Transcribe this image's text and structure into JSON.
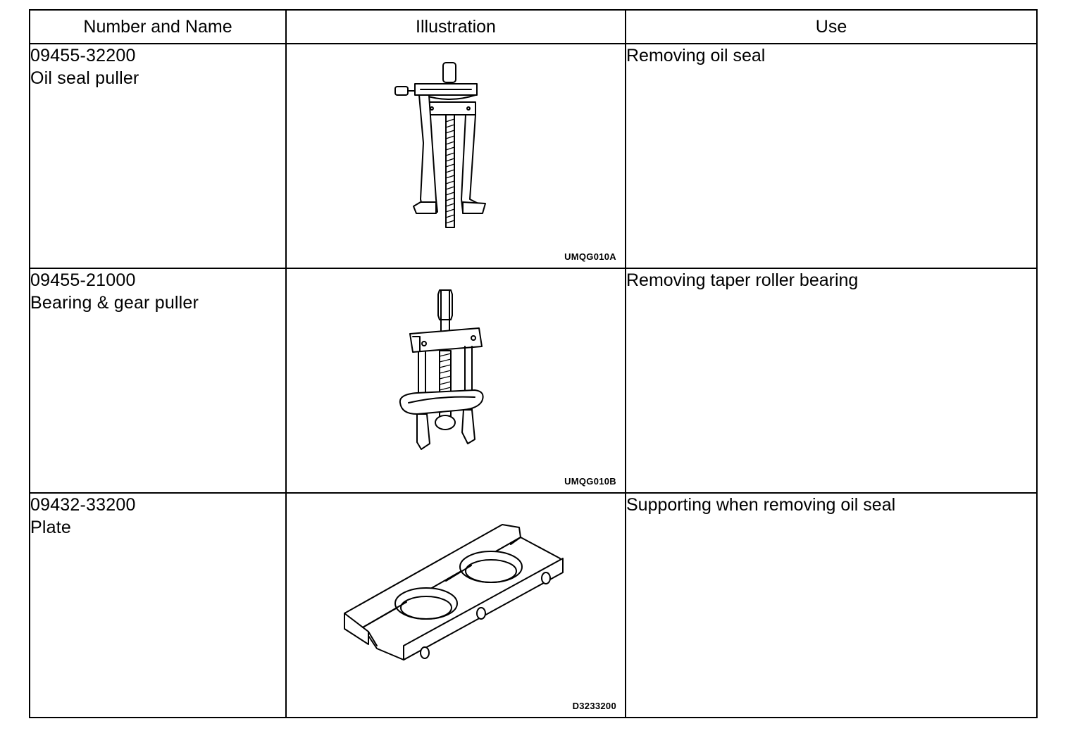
{
  "headers": {
    "number_name": "Number and Name",
    "illustration": "Illustration",
    "use": "Use"
  },
  "tools": [
    {
      "number": "09455-32200",
      "name": "Oil seal puller",
      "illustration_code": "UMQG010A",
      "illustration_icon": "oil-seal-puller-icon",
      "use": "Removing oil seal"
    },
    {
      "number": "09455-21000",
      "name": "Bearing & gear puller",
      "illustration_code": "UMQG010B",
      "illustration_icon": "bearing-gear-puller-icon",
      "use": "Removing taper roller bearing"
    },
    {
      "number": "09432-33200",
      "name": "Plate",
      "illustration_code": "D3233200",
      "illustration_icon": "plate-icon",
      "use": "Supporting when removing oil seal"
    }
  ]
}
